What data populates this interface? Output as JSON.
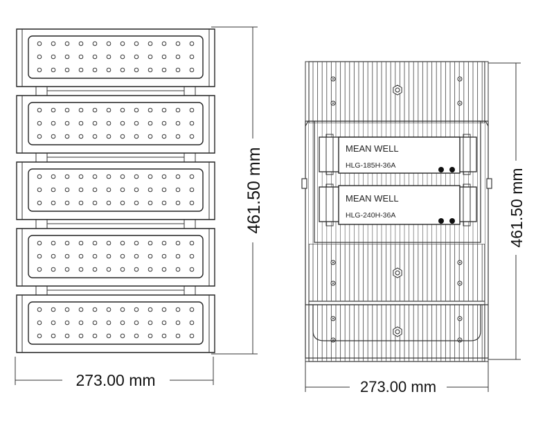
{
  "front_view": {
    "module_count": 5,
    "led_rows": 3,
    "led_cols": 12,
    "width_label": "273.00 mm",
    "height_label": "461.50 mm"
  },
  "back_view": {
    "driver_top": {
      "brand": "MEAN WELL",
      "model": "HLG-185H-36A"
    },
    "driver_bottom": {
      "brand": "MEAN WELL",
      "model": "HLG-240H-36A"
    },
    "width_label": "273.00 mm",
    "height_label": "461.50 mm"
  }
}
